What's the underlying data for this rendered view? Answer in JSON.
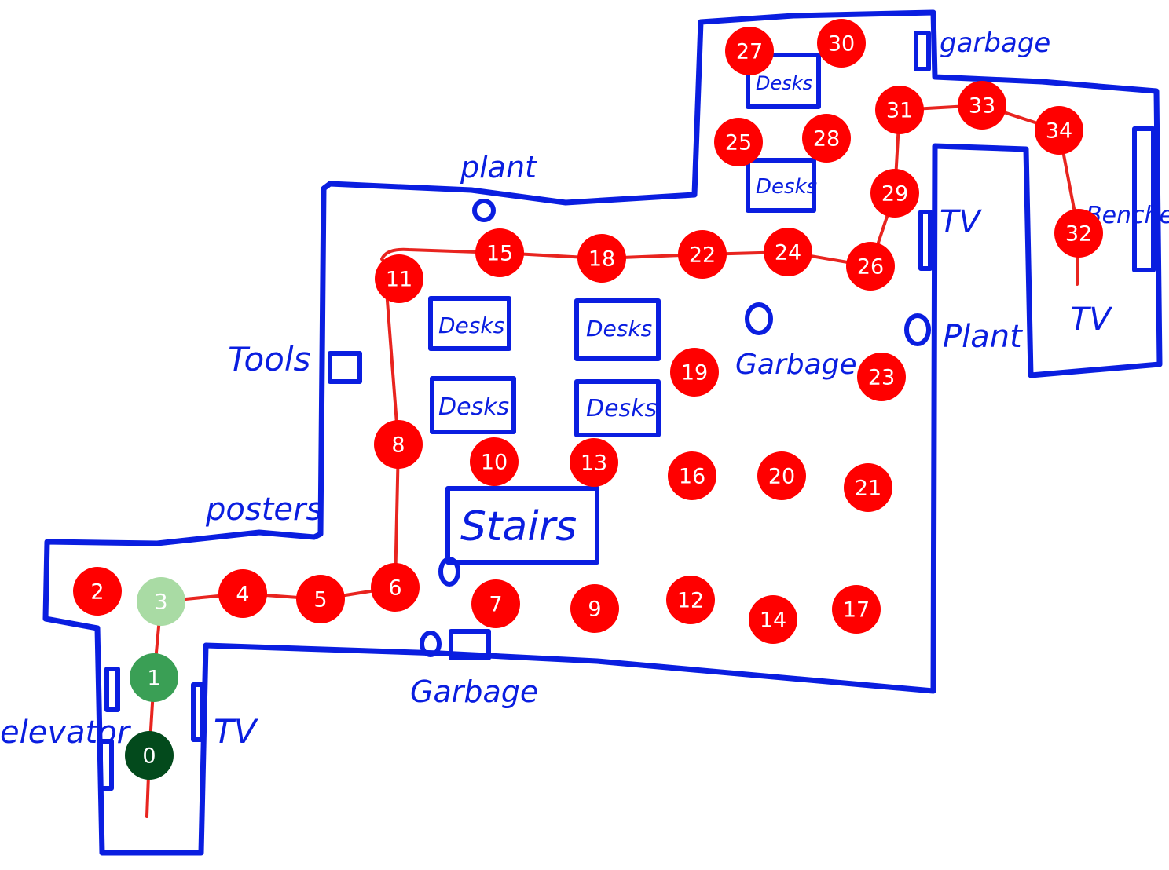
{
  "colors": {
    "walls": "#0a1ee0",
    "route": "#e8241f",
    "waypoint": "#ff0000",
    "node_text": "#ffffff",
    "start_current": "#034a1c",
    "step_done": "#3a9f55",
    "step_next": "#a9dba4"
  },
  "labels": {
    "plant_top": "plant",
    "tools": "Tools",
    "posters": "posters",
    "elevator": "elevator",
    "tv_left": "TV",
    "garbage_bottom": "Garbage",
    "stairs": "Stairs",
    "desks_1": "Desks",
    "desks_2": "Desks",
    "desks_3": "Desks",
    "desks_4": "Desks",
    "desks_5": "Desks",
    "desks_6": "Desks",
    "garbage_mid": "Garbage",
    "plant_right": "Plant",
    "tv_mid": "TV",
    "garbage_top": "garbage",
    "benches": "Benches",
    "tv_right": "TV"
  },
  "nodes": [
    {
      "id": "0",
      "state": "start"
    },
    {
      "id": "1",
      "state": "visited"
    },
    {
      "id": "2",
      "state": "waypoint"
    },
    {
      "id": "3",
      "state": "next"
    },
    {
      "id": "4",
      "state": "waypoint"
    },
    {
      "id": "5",
      "state": "waypoint"
    },
    {
      "id": "6",
      "state": "waypoint"
    },
    {
      "id": "7",
      "state": "waypoint"
    },
    {
      "id": "8",
      "state": "waypoint"
    },
    {
      "id": "9",
      "state": "waypoint"
    },
    {
      "id": "10",
      "state": "waypoint"
    },
    {
      "id": "11",
      "state": "waypoint"
    },
    {
      "id": "12",
      "state": "waypoint"
    },
    {
      "id": "13",
      "state": "waypoint"
    },
    {
      "id": "14",
      "state": "waypoint"
    },
    {
      "id": "15",
      "state": "waypoint"
    },
    {
      "id": "16",
      "state": "waypoint"
    },
    {
      "id": "17",
      "state": "waypoint"
    },
    {
      "id": "18",
      "state": "waypoint"
    },
    {
      "id": "19",
      "state": "waypoint"
    },
    {
      "id": "20",
      "state": "waypoint"
    },
    {
      "id": "21",
      "state": "waypoint"
    },
    {
      "id": "22",
      "state": "waypoint"
    },
    {
      "id": "23",
      "state": "waypoint"
    },
    {
      "id": "24",
      "state": "waypoint"
    },
    {
      "id": "25",
      "state": "waypoint"
    },
    {
      "id": "26",
      "state": "waypoint"
    },
    {
      "id": "27",
      "state": "waypoint"
    },
    {
      "id": "28",
      "state": "waypoint"
    },
    {
      "id": "29",
      "state": "waypoint"
    },
    {
      "id": "30",
      "state": "waypoint"
    },
    {
      "id": "31",
      "state": "waypoint"
    },
    {
      "id": "32",
      "state": "waypoint"
    },
    {
      "id": "33",
      "state": "waypoint"
    },
    {
      "id": "34",
      "state": "waypoint"
    }
  ],
  "route": [
    "0",
    "1",
    "3",
    "4",
    "5",
    "6",
    "8",
    "11",
    "15",
    "18",
    "22",
    "24",
    "26",
    "29",
    "31",
    "33",
    "34",
    "32"
  ]
}
